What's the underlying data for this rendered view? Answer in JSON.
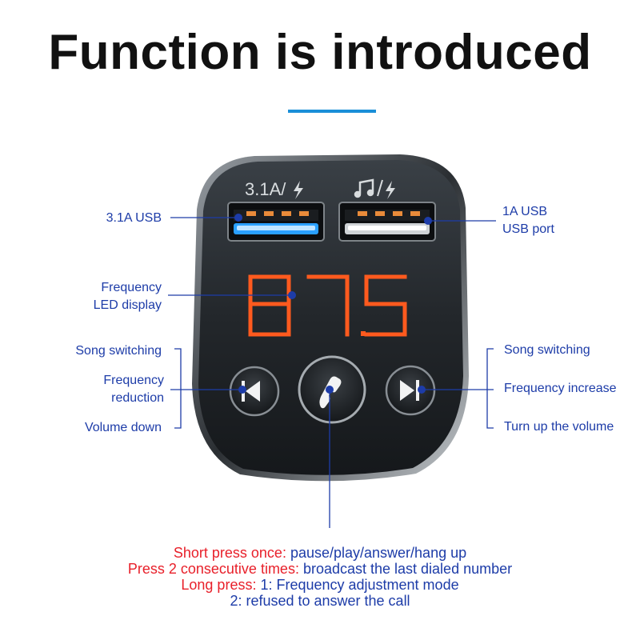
{
  "title": "Function is introduced",
  "device": {
    "port_left_label": "3.1A/",
    "port_right_label": "",
    "display_digits": [
      "8",
      "7",
      "5"
    ],
    "display_color": "#ff5a1e"
  },
  "labels": {
    "usb_left": "3.1A USB",
    "usb_right_1": "1A USB",
    "usb_right_2": "USB port",
    "display_1": "Frequency",
    "display_2": "LED display",
    "left_song": "Song switching",
    "left_freq_1": "Frequency",
    "left_freq_2": "reduction",
    "left_vol": "Volume down",
    "right_song": "Song switching",
    "right_freq": "Frequency increase",
    "right_vol": "Turn up the volume"
  },
  "instructions": {
    "line1_key": "Short press once:",
    "line1_val": " pause/play/answer/hang up",
    "line2_key": "Press 2 consecutive times:",
    "line2_val": " broadcast the last dialed number",
    "line3_key": "Long press:",
    "line3_val": " 1: Frequency adjustment mode",
    "line4_val": "2: refused to answer the call"
  },
  "colors": {
    "accent_blue": "#1a8fd8",
    "label_blue": "#1d3ca8",
    "instruction_red": "#e8202a"
  }
}
